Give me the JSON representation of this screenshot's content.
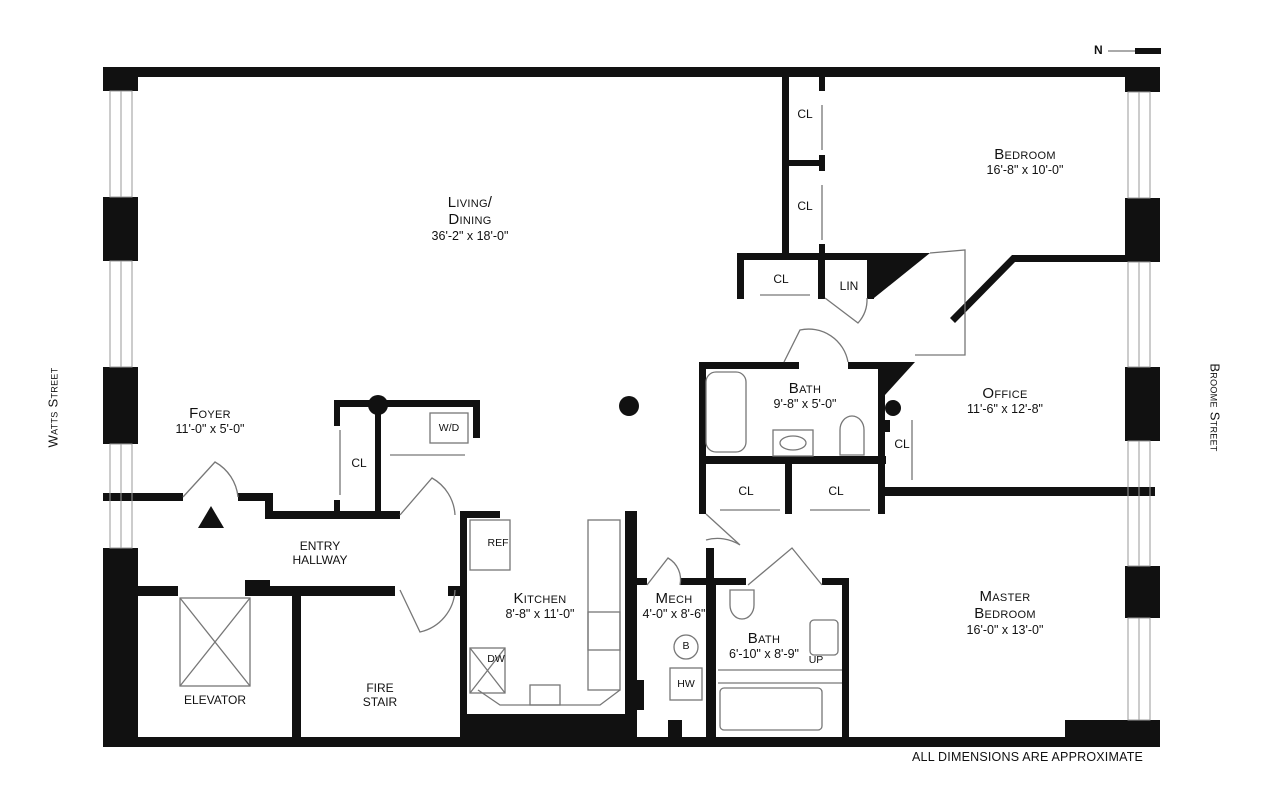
{
  "compass": {
    "label": "N"
  },
  "streets": {
    "left": "Watts Street",
    "right": "Broome Street"
  },
  "note": "ALL DIMENSIONS ARE APPROXIMATE",
  "rooms": {
    "living": {
      "name_line1": "Living/",
      "name_line2": "Dining",
      "dims": "36'-2\" x 18'-0\""
    },
    "bedroom": {
      "name": "Bedroom",
      "dims": "16'-8\" x 10'-0\""
    },
    "bath1": {
      "name": "Bath",
      "dims": "9'-8\" x 5'-0\""
    },
    "office": {
      "name": "Office",
      "dims": "11'-6\" x 12'-8\""
    },
    "foyer": {
      "name": "Foyer",
      "dims": "11'-0\" x 5'-0\""
    },
    "entry": {
      "line1": "ENTRY",
      "line2": "HALLWAY"
    },
    "kitchen": {
      "name": "Kitchen",
      "dims": "8'-8\" x 11'-0\""
    },
    "mech": {
      "name": "Mech",
      "dims": "4'-0\" x 8'-6\""
    },
    "bath2": {
      "name": "Bath",
      "dims": "6'-10\" x 8'-9\""
    },
    "master": {
      "name_line1": "Master",
      "name_line2": "Bedroom",
      "dims": "16'-0\" x 13'-0\""
    },
    "elevator": {
      "name": "ELEVATOR"
    },
    "stair": {
      "line1": "FIRE",
      "line2": "STAIR"
    }
  },
  "fixtures": {
    "closet": "CL",
    "linen": "LIN",
    "washer_dryer": "W/D",
    "refrigerator": "REF",
    "dishwasher": "DW",
    "boiler": "B",
    "hot_water": "HW",
    "step_up": "UP"
  },
  "colors": {
    "wall": "#111111",
    "window": "#9a9a9a",
    "background": "#ffffff"
  }
}
